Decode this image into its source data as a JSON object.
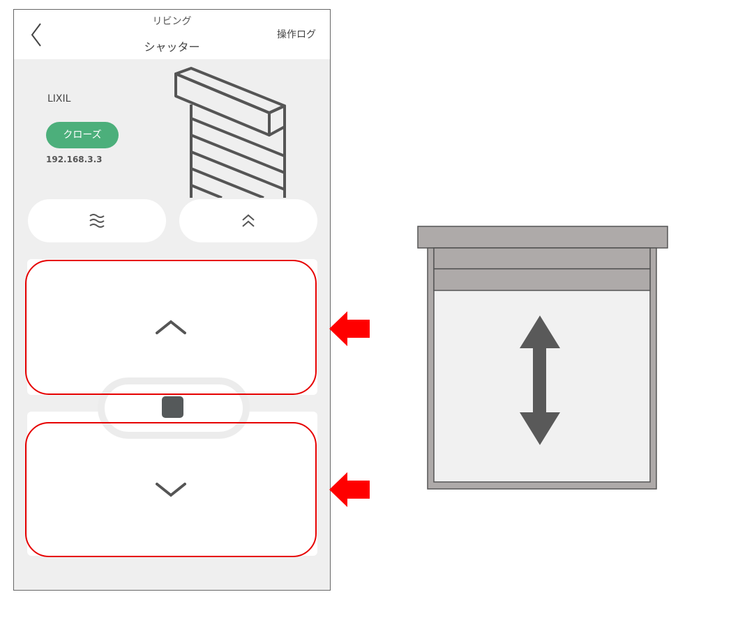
{
  "header": {
    "room": "リビング",
    "device_type": "シャッター",
    "log_link": "操作ログ",
    "back_icon": "chevron-left-icon"
  },
  "device": {
    "maker": "LIXIL",
    "status": "クローズ",
    "status_color": "#4caf7b",
    "ip_address": "192.168.3.3",
    "illustration": "shutter-icon"
  },
  "quick_buttons": [
    {
      "name": "ventilation-button",
      "icon": "wave-icon",
      "glyph": "≋"
    },
    {
      "name": "fully-open-button",
      "icon": "double-chevron-up-icon"
    }
  ],
  "controls": {
    "up": {
      "icon": "chevron-up-icon"
    },
    "stop": {
      "icon": "stop-icon"
    },
    "down": {
      "icon": "chevron-down-icon"
    }
  },
  "annotations": {
    "highlight_color": "#e60000",
    "arrow_color": "#ff0000"
  },
  "diagram": {
    "frame_color": "#aeaaa9",
    "inner_color": "#f1f1f1",
    "arrow_color": "#595959",
    "arrow": "up-down-arrow-icon"
  }
}
